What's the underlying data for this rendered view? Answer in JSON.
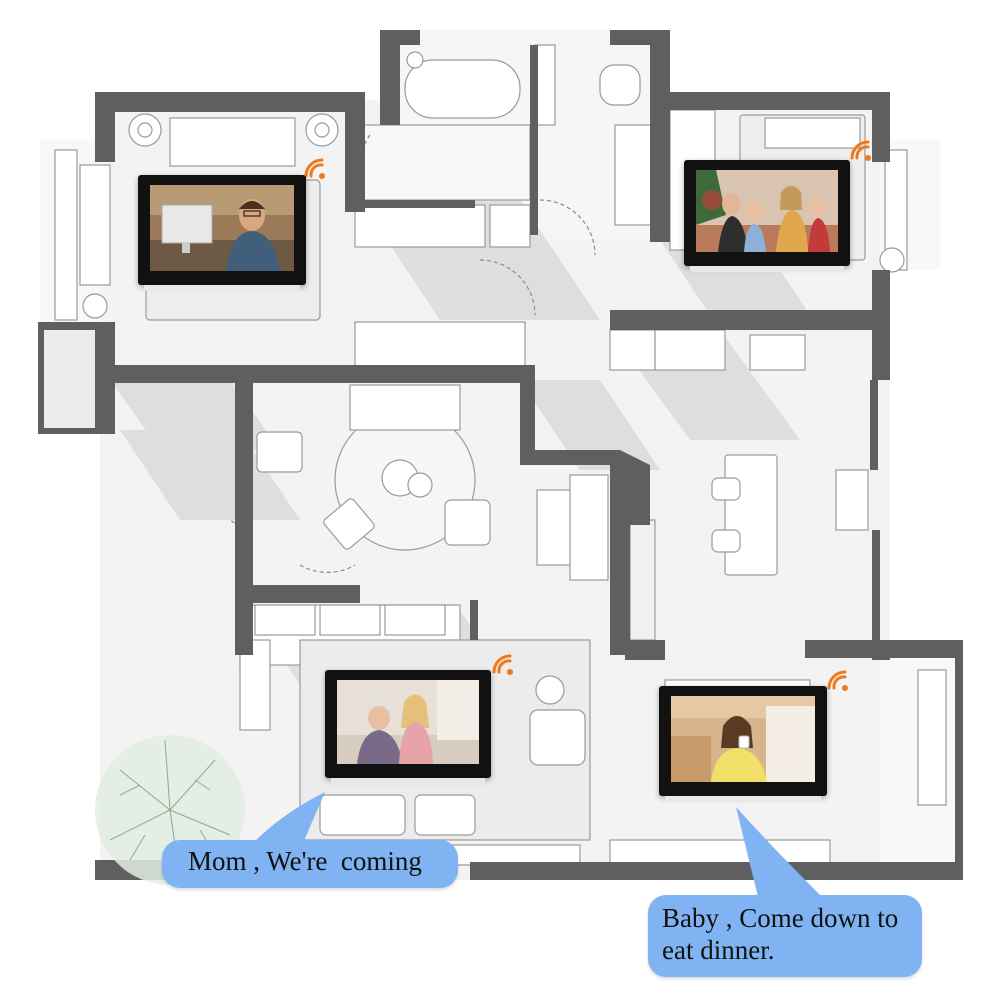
{
  "bubbles": {
    "left": {
      "text": "Mom , We're  coming"
    },
    "right": {
      "line1": "Baby , Come down to",
      "line2": "eat dinner."
    }
  },
  "colors": {
    "wall": "#5f5f5f",
    "floor": "#f4f4f4",
    "bubble": "#7fb3f2",
    "wifi": "#f07a1a",
    "screen_frame": "#111111"
  },
  "icons": [
    "wifi-signal-icon",
    "tree-icon",
    "sofa-icon",
    "bed-icon",
    "bathtub-icon",
    "toilet-icon",
    "sink-icon",
    "dining-table-icon",
    "piano-icon"
  ]
}
